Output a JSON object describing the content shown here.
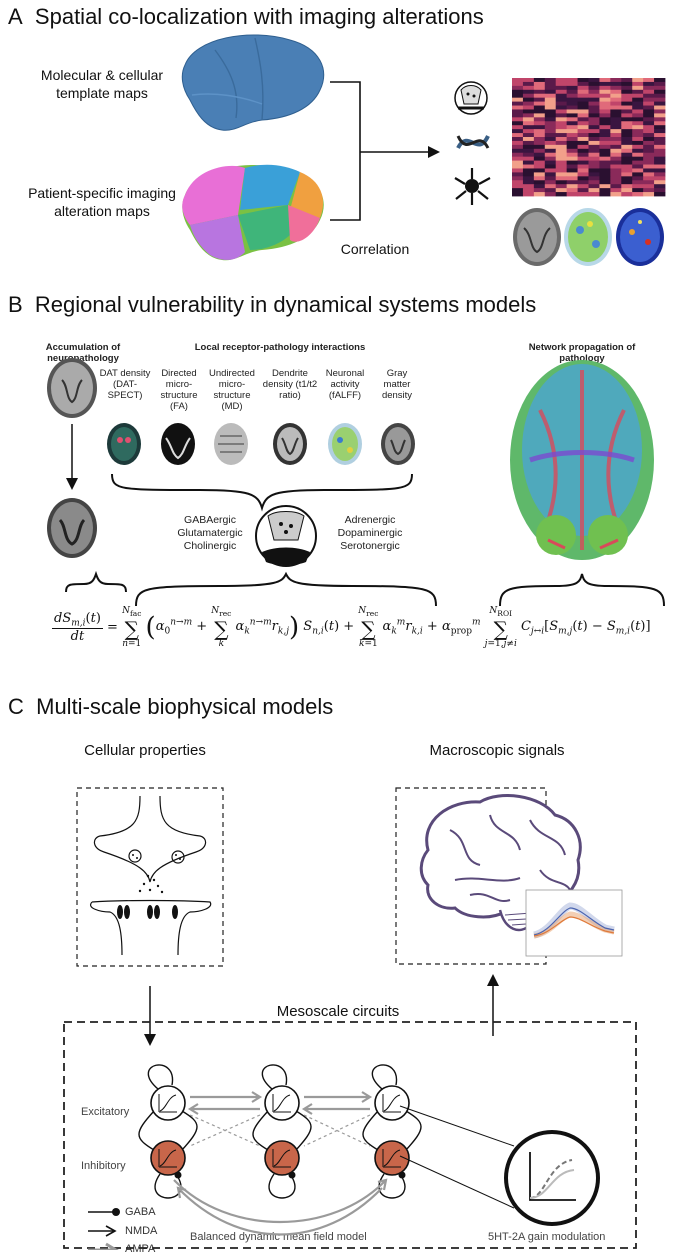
{
  "sectionA": {
    "letter": "A",
    "title": "Spatial co-localization with imaging alterations",
    "template_label": "Molecular & cellular template maps",
    "patient_label": "Patient-specific imaging alteration maps",
    "correlation_label": "Correlation"
  },
  "sectionB": {
    "letter": "B",
    "title": "Regional vulnerability in dynamical systems models",
    "accumulation_title": "Accumulation of neuropathology",
    "local_title": "Local receptor-pathology interactions",
    "network_title": "Network propagation of pathology",
    "modalities": [
      "DAT density (DAT-SPECT)",
      "Directed micro-structure (FA)",
      "Undirected micro-structure (MD)",
      "Dendrite density (t1/t2 ratio)",
      "Neuronal activity (fALFF)",
      "Gray matter density"
    ],
    "receptors_left": [
      "GABAergic",
      "Glutamatergic",
      "Cholinergic"
    ],
    "receptors_right": [
      "Adrenergic",
      "Dopaminergic",
      "Serotonergic"
    ]
  },
  "sectionC": {
    "letter": "C",
    "title": "Multi-scale biophysical models",
    "cellular_label": "Cellular properties",
    "macro_label": "Macroscopic signals",
    "meso_label": "Mesoscale circuits",
    "excitatory_label": "Excitatory",
    "inhibitory_label": "Inhibitory",
    "legend": [
      "GABA",
      "NMDA",
      "AMPA"
    ],
    "model_label": "Balanced dynamic mean field model",
    "gain_label": "5HT-2A gain modulation"
  },
  "colors": {
    "brain_blue": "#4a7fb5",
    "inhibitory_fill": "#c8664a",
    "ampa_grey": "#9a9a9a",
    "heatmap_dark": "#2a1030",
    "heatmap_pink": "#e06a7a"
  }
}
